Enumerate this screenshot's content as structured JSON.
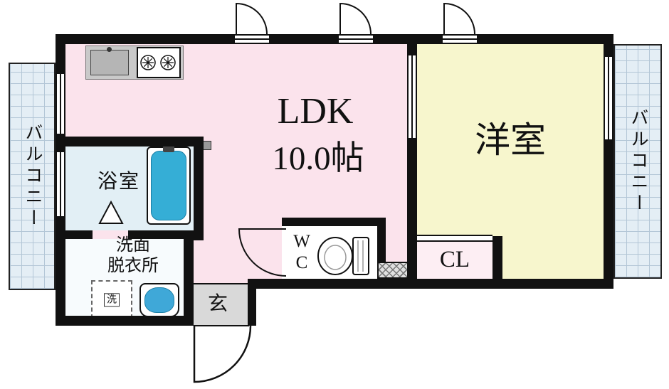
{
  "rooms": {
    "ldk": {
      "name": "LDK",
      "size": "10.0帖"
    },
    "western": {
      "name": "洋室"
    },
    "bath": {
      "name": "浴室"
    },
    "washroom": {
      "name": "洗面\n脱衣所"
    },
    "wc": {
      "name": "W\nC"
    },
    "closet": {
      "name": "CL"
    },
    "entrance": {
      "name": "玄"
    },
    "washer": {
      "name": "洗"
    },
    "balcony_left": {
      "name": "バルコニー"
    },
    "balcony_right": {
      "name": "バルコニー"
    }
  },
  "colors": {
    "wall": "#111111",
    "ldk": "#fbe3ec",
    "western": "#f7f6cd",
    "bath": "#e2eff5",
    "washroom": "#f7fbfd",
    "closet": "#fdeef3",
    "entrance": "#d9d9d9",
    "balcony": "#e4eef5",
    "balcony_grid": "#b3c6d6",
    "shaft": "#e0e0e0",
    "tub": "#35aed6",
    "basin": "#3fa8d8",
    "counter": "#c9c9c9",
    "sink": "#b5b5b5"
  }
}
